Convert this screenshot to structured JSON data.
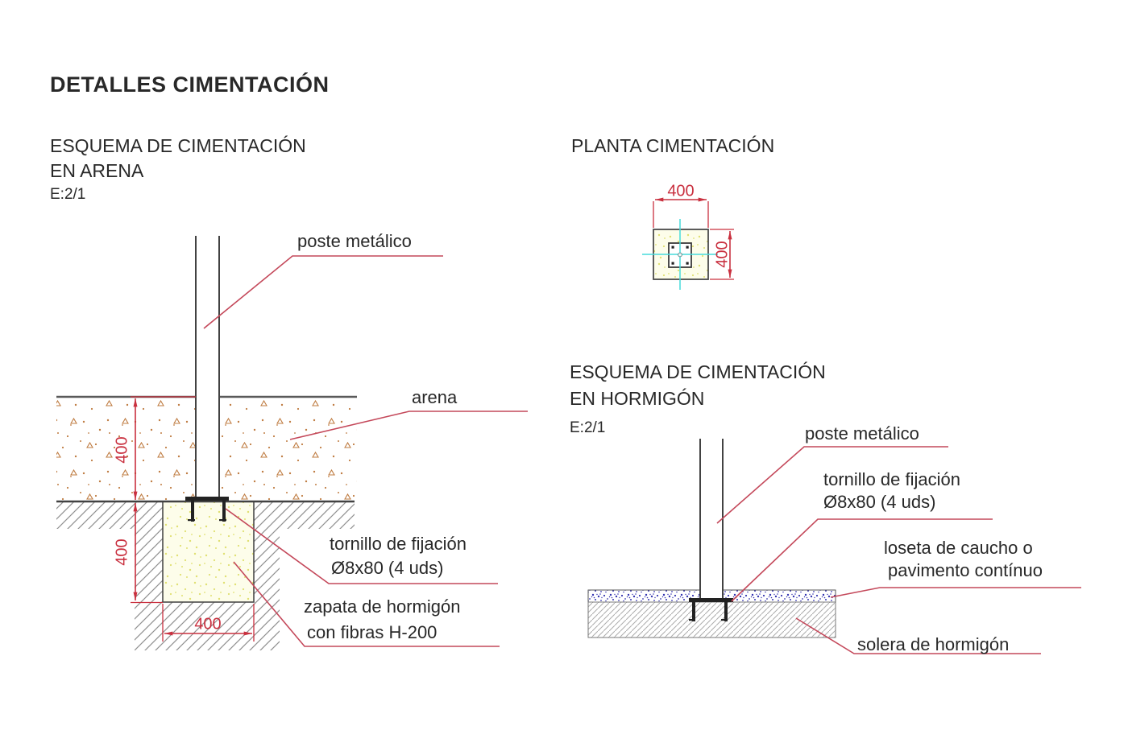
{
  "title": "DETALLES CIMENTACIÓN",
  "colors": {
    "dimension_red": "#c9303f",
    "leader_red": "#c4485a",
    "centerline_cyan": "#46dcdc",
    "sand_brown": "#bf7c42",
    "footing_yellow_dot": "#e0e070",
    "footing_background": "#fdfdea",
    "rubber_tile_blue": "#3434b0",
    "hatch_gray": "#8f8f8f",
    "fine_hatch_gray": "#ababab",
    "drawing_line": "#424242",
    "text_color": "#282828"
  },
  "sections": {
    "arena": {
      "heading_line1": "ESQUEMA DE CIMENTACIÓN",
      "heading_line2": "EN ARENA",
      "scale": "E:2/1",
      "labels": {
        "post": "poste metálico",
        "sand": "arena",
        "bolt_line1": "tornillo de fijación",
        "bolt_line2": "Ø8x80 (4 uds)",
        "footing_line1": "zapata de hormigón",
        "footing_line2": "con fibras H-200"
      },
      "dimensions": {
        "sand_depth": "400",
        "footing_depth": "400",
        "footing_width": "400"
      }
    },
    "planta": {
      "heading": "PLANTA CIMENTACIÓN",
      "dimensions": {
        "width": "400",
        "height": "400"
      }
    },
    "hormigon": {
      "heading_line1": "ESQUEMA DE CIMENTACIÓN",
      "heading_line2": "EN HORMIGÓN",
      "scale": "E:2/1",
      "labels": {
        "post": "poste metálico",
        "bolt_line1": "tornillo de fijación",
        "bolt_line2": "Ø8x80 (4 uds)",
        "tile_line1": "loseta de caucho o",
        "tile_line2": "pavimento contínuo",
        "slab": "solera de hormigón"
      }
    }
  }
}
